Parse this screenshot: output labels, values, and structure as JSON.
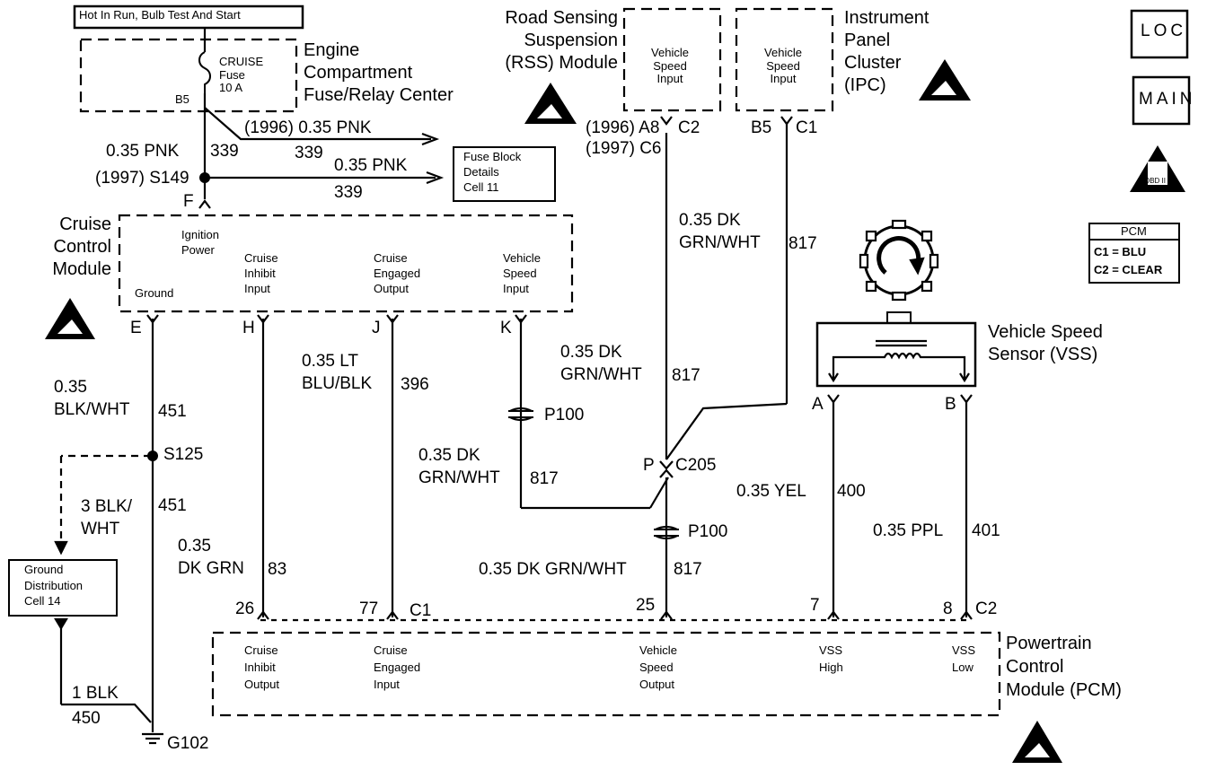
{
  "header_label": "Hot In Run, Bulb Test And Start",
  "fuse_center": {
    "title": "Engine\nCompartment\nFuse/Relay Center",
    "fuse_label": "CRUISE\nFuse\n10 A",
    "fuse_pin": "B5"
  },
  "rss_module": {
    "title": "Road Sensing\nSuspension\n(RSS) Module",
    "input": "Vehicle\nSpeed\nInput",
    "pin_labels": "(1996) A8\n(1997) C6",
    "connector": "C2"
  },
  "ipc": {
    "title": "Instrument\nPanel\nCluster\n(IPC)",
    "input": "Vehicle\nSpeed\nInput",
    "pin": "B5",
    "connector": "C1"
  },
  "badges": {
    "loc": "LOC",
    "main": "MAIN",
    "obd": "OBD II"
  },
  "pcm_legend": {
    "title": "PCM",
    "line1": "C1 = BLU",
    "line2": "C2 = CLEAR"
  },
  "wires": {
    "pink_1996": "(1996) 0.35 PNK",
    "pink_1996_num": "339",
    "pink_main": "0.35 PNK",
    "pink_main_num": "339",
    "pink_1997": "0.35 PNK",
    "pink_1997_num": "339",
    "splice_s149": "(1997) S149",
    "rss_wire": "0.35 DK\nGRN/WHT",
    "rss_wire_num": "817",
    "center_wire": "0.35 DK\nGRN/WHT",
    "center_wire_num": "817",
    "k_wire": "0.35 DK\nGRN/WHT",
    "k_wire_num": "817",
    "pcm25_wire": "0.35 DK GRN/WHT",
    "pcm25_wire_num": "817",
    "e_wire": "0.35\nBLK/WHT",
    "e_wire_num": "451",
    "splice_s125": "S125",
    "gnd_wire": "3 BLK/\nWHT",
    "gnd_wire_num": "451",
    "j_wire": "0.35 LT\nBLU/BLK",
    "j_wire_num": "396",
    "h_wire": "0.35\nDK GRN",
    "h_wire_num": "83",
    "yel_wire": "0.35 YEL",
    "yel_wire_num": "400",
    "ppl_wire": "0.35 PPL",
    "ppl_wire_num": "401",
    "blk_wire": "1 BLK",
    "blk_wire_num": "450",
    "ground": "G102"
  },
  "fuse_block_ref": "Fuse Block\nDetails\nCell 11",
  "ground_ref": "Ground\nDistribution\nCell 14",
  "cruise_module": {
    "title": "Cruise\nControl\nModule",
    "ignition": "Ignition\nPower",
    "ground": "Ground",
    "inhibit": "Cruise\nInhibit\nInput",
    "engaged": "Cruise\nEngaged\nOutput",
    "speed": "Vehicle\nSpeed\nInput",
    "pin_f": "F",
    "pin_e": "E",
    "pin_h": "H",
    "pin_j": "J",
    "pin_k": "K"
  },
  "connectors": {
    "p100a": "P100",
    "p100b": "P100",
    "c205_p": "P",
    "c205": "C205"
  },
  "vss": {
    "title": "Vehicle Speed\nSensor (VSS)",
    "pin_a": "A",
    "pin_b": "B"
  },
  "pcm": {
    "title": "Powertrain\nControl\nModule (PCM)",
    "pin26": "26",
    "pin77": "77",
    "c1": "C1",
    "pin25": "25",
    "pin7": "7",
    "pin8": "8",
    "c2": "C2",
    "inhibit": "Cruise\nInhibit\nOutput",
    "engaged": "Cruise\nEngaged\nInput",
    "speed": "Vehicle\nSpeed\nOutput",
    "vss_high": "VSS\nHigh",
    "vss_low": "VSS\nLow"
  }
}
